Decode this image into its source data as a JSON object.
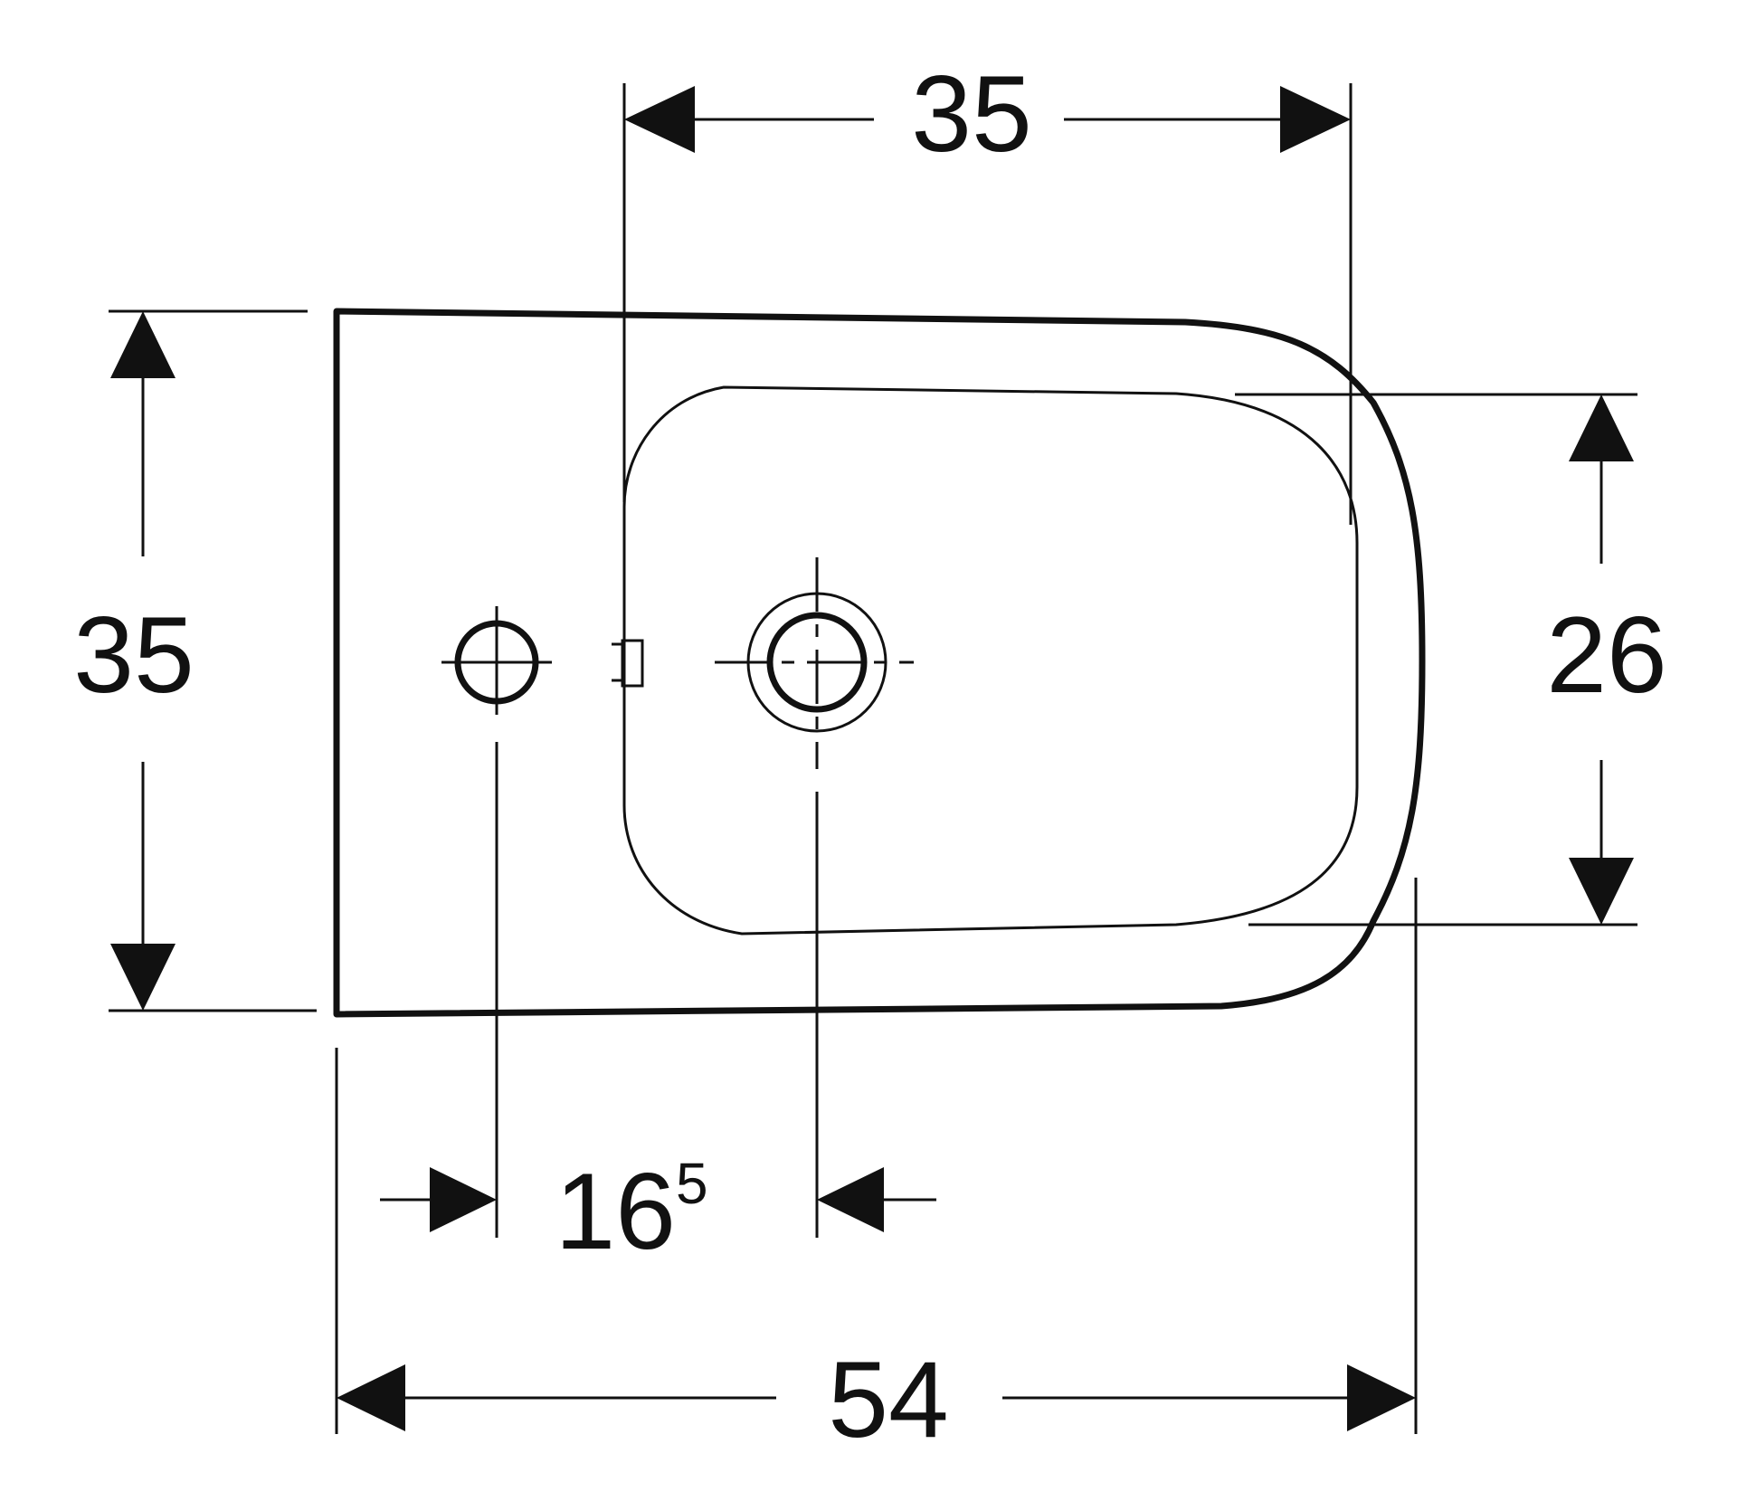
{
  "dimensions": {
    "top_width": "35",
    "left_height": "35",
    "right_height": "26",
    "hole_spacing_main": "16",
    "hole_spacing_sup": "5",
    "bottom_width": "54"
  },
  "colors": {
    "line": "#111111",
    "background": "#ffffff"
  }
}
